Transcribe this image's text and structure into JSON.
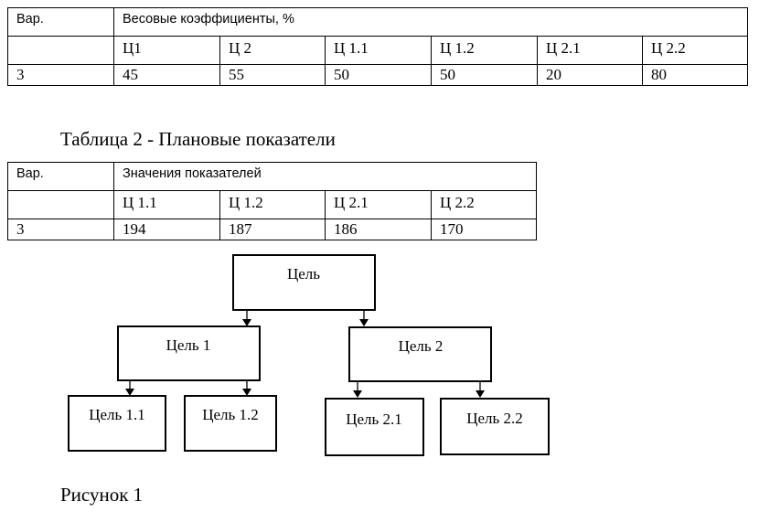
{
  "table1": {
    "header": [
      "Вар.",
      "Весовые коэффициенты, %"
    ],
    "columns": [
      "",
      "Ц1",
      "Ц 2",
      "Ц 1.1",
      "Ц 1.2",
      "Ц 2.1",
      "Ц 2.2"
    ],
    "row": [
      "3",
      "45",
      "55",
      "50",
      "50",
      "20",
      "80"
    ]
  },
  "table2_caption": "Таблица 2 - Плановые показатели",
  "table2": {
    "header": [
      "Вар.",
      "Значения показателей"
    ],
    "columns": [
      "",
      "Ц 1.1",
      "Ц 1.2",
      "Ц 2.1",
      "Ц 2.2"
    ],
    "row": [
      "3",
      "194",
      "187",
      "186",
      "170"
    ]
  },
  "diagram": {
    "root": "Цель",
    "goal1": "Цель 1",
    "goal2": "Цель 2",
    "goal11": "Цель 1.1",
    "goal12": "Цель 1.2",
    "goal21": "Цель 2.1",
    "goal22": "Цель 2.2"
  },
  "figure_caption": "Рисунок 1"
}
